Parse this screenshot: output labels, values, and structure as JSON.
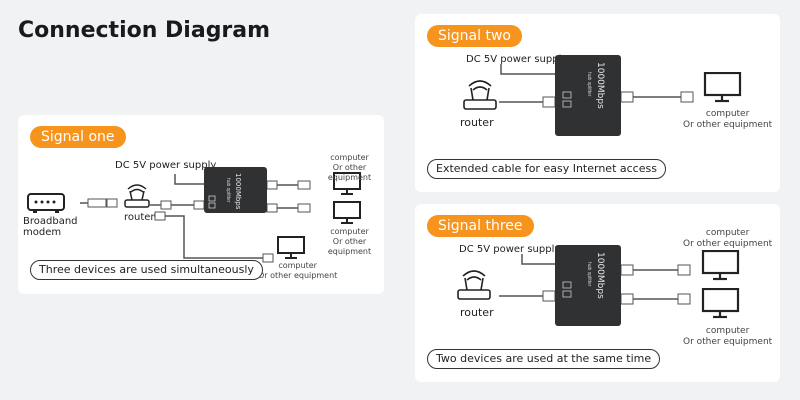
{
  "title": "Connection Diagram",
  "device": {
    "speed": "1000Mbps",
    "name": "hub splitter"
  },
  "panels": {
    "one": {
      "pill": "Signal one",
      "power": "DC 5V power supply",
      "modem": "Broadband\nmodem",
      "router": "router",
      "computer_a": "computer\nOr other equipment",
      "computer_b": "computer\nOr other equipment",
      "computer_c": "computer\nOr other equipment",
      "caption": "Three devices are used simultaneously"
    },
    "two": {
      "pill": "Signal two",
      "power": "DC 5V power supply",
      "router": "router",
      "computer": "computer\nOr other equipment",
      "caption": "Extended cable for easy Internet access"
    },
    "three": {
      "pill": "Signal three",
      "power": "DC 5V power supply",
      "router": "router",
      "computer_a": "computer\nOr other equipment",
      "computer_b": "computer\nOr other equipment",
      "caption": "Two devices are used at the same time"
    }
  }
}
